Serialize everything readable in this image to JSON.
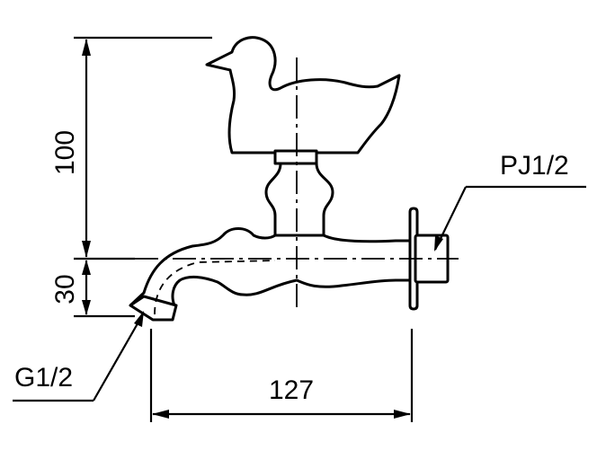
{
  "dimensions": {
    "height_upper": "100",
    "height_lower": "30",
    "width": "127"
  },
  "callouts": {
    "outlet_thread": "G1/2",
    "inlet_thread": "PJ1/2"
  }
}
